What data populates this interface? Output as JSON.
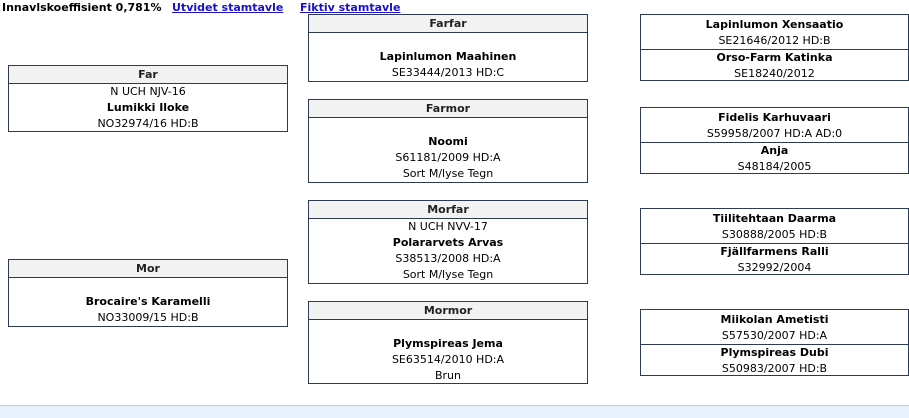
{
  "header": {
    "coefficient": "Innavlskoeffisient 0,781%",
    "link_extended": "Utvidet stamtavle",
    "link_fictive": "Fiktiv stamtavle"
  },
  "parents": {
    "far": {
      "title": "Far",
      "line1": "N UCH NJV-16",
      "name": "Lumikki Iloke",
      "reg": "NO32974/16    HD:B"
    },
    "mor": {
      "title": "Mor",
      "name": "Brocaire's Karamelli",
      "reg": "NO33009/15    HD:B"
    }
  },
  "grandparents": {
    "farfar": {
      "title": "Farfar",
      "name": "Lapinlumon Maahinen",
      "reg": "SE33444/2013    HD:C"
    },
    "farmor": {
      "title": "Farmor",
      "name": "Noomi",
      "reg": "S61181/2009    HD:A",
      "color": "Sort M/lyse Tegn"
    },
    "morfar": {
      "title": "Morfar",
      "line1": "N UCH NVV-17",
      "name": "Polararvets Arvas",
      "reg": "S38513/2008    HD:A",
      "color": "Sort M/lyse Tegn"
    },
    "mormor": {
      "title": "Mormor",
      "name": "Plymspireas Jema",
      "reg": "SE63514/2010    HD:A",
      "color": "Brun"
    }
  },
  "great_grandparents": [
    {
      "sire": {
        "name": "Lapinlumon Xensaatio",
        "reg": "SE21646/2012    HD:B"
      },
      "dam": {
        "name": "Orso-Farm Katinka",
        "reg": "SE18240/2012"
      }
    },
    {
      "sire": {
        "name": "Fidelis Karhuvaari",
        "reg": "S59958/2007    HD:A    AD:0"
      },
      "dam": {
        "name": "Anja",
        "reg": "S48184/2005"
      }
    },
    {
      "sire": {
        "name": "Tiilitehtaan Daarma",
        "reg": "S30888/2005    HD:B"
      },
      "dam": {
        "name": "Fjällfarmens Ralli",
        "reg": "S32992/2004"
      }
    },
    {
      "sire": {
        "name": "Miikolan Ametisti",
        "reg": "S57530/2007    HD:A"
      },
      "dam": {
        "name": "Plymspireas Dubi",
        "reg": "S50983/2007    HD:B"
      }
    }
  ]
}
